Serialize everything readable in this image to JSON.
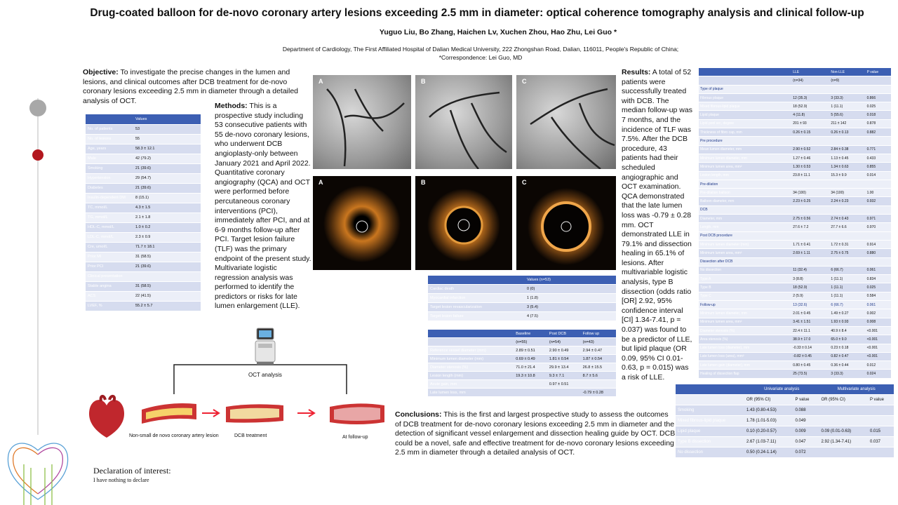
{
  "title": "Drug-coated balloon for de-novo coronary artery lesions exceeding 2.5 mm in diameter: optical coherence tomography analysis and clinical follow-up",
  "authors": "Yuguo Liu, Bo Zhang, Haichen Lv, Xuchen Zhou, Hao Zhu, Lei Guo *",
  "affiliation": "Department of Cardiology, The First Affiliated Hospital of Dalian Medical University, 222 Zhongshan Road, Dalian, 116011, People's Republic of China;",
  "correspondence": "*Correspondence: Lei Guo, MD",
  "objective": {
    "heading": "Objective:",
    "text": " To investigate the precise changes in the lumen and lesions, and clinical outcomes after DCB treatment for de-novo coronary lesions exceeding 2.5 mm in diameter through a detailed analysis of OCT."
  },
  "methods": {
    "heading": "Methods:",
    "text": " This is a prospective study including 53 consecutive patients with 55 de-novo coronary lesions, who underwent DCB angioplasty-only between January 2021 and April 2022. Quantitative coronary angiography (QCA) and OCT were performed before percutaneous coronary interventions (PCI), immediately after PCI, and at 6-9 months follow-up after PCI. Target lesion failure (TLF) was the primary endpoint of the present study. Multivariate logistic regression analysis was performed to identify the predictors or risks for late lumen enlargement (LLE)."
  },
  "results": {
    "heading": "Results:",
    "text": " A total of 52 patients were successfully treated with DCB. The median follow-up was 7 months, and the incidence of TLF was 7.5%. After the DCB procedure, 43 patients had their scheduled angiographic and OCT examination. QCA demonstrated that the late lumen loss was -0.79 ± 0.28 mm. OCT demonstrated LLE in 79.1% and dissection healing in 65.1% of lesions. After multivariable logistic analysis, type B dissection (odds ratio [OR] 2.92, 95% confidence interval [CI] 1.34-7.41, p = 0.037) was found to be a predictor of LLE, but lipid plaque (OR 0.09, 95% CI 0.01-0.63, p = 0.015) was a risk of LLE."
  },
  "conclusions": {
    "heading": "Conclusions:",
    "text": " This is the first and largest prospective study to assess the outcomes of DCB treatment for de-novo coronary lesions exceeding 2.5 mm in diameter and the detection of significant vessel enlargement and dissection healing guide by OCT. DCB could be a novel, safe and effective treatment for de-novo coronary lesions exceeding 2.5 mm in diameter through a detailed analysis of OCT."
  },
  "declaration": {
    "heading": "Declaration of interest:",
    "text": "I have nothing to declare"
  },
  "panel_labels": [
    "A",
    "B",
    "C"
  ],
  "diagram": {
    "oct_label": "OCT analysis",
    "stage1": "Non-small de novo coronary artery lesion",
    "stage2": "DCB treatment",
    "stage3": "At follow-up"
  },
  "baseline_table": {
    "header": "Values",
    "rows": [
      [
        "No. of patients",
        "53"
      ],
      [
        "No. of lesions",
        "55"
      ],
      [
        "Age, years",
        "58.3 ± 12.1"
      ],
      [
        "Male",
        "42 (79.2)"
      ],
      [
        "Smoking",
        "21 (39.6)"
      ],
      [
        "Hypertension",
        "29 (54.7)"
      ],
      [
        "Diabetes",
        "21 (39.6)"
      ],
      [
        "Insulin-dependent DM",
        "8 (15.1)"
      ],
      [
        "TC, mmol/L",
        "4.3 ± 1.5"
      ],
      [
        "TG, mmol/L",
        "2.1 ± 1.8"
      ],
      [
        "HDL-C, mmol/L",
        "1.0 ± 0.2"
      ],
      [
        "LDL-C, mmol/L",
        "2.3 ± 0.9"
      ],
      [
        "Cre, umol/L",
        "71.7 ± 18.1"
      ],
      [
        "Prior MI",
        "31 (58.5)"
      ],
      [
        "Prior PCI",
        "21 (39.6)"
      ],
      [
        "Clinical presentation",
        ""
      ],
      [
        "Stable angina",
        "31 (58.5)"
      ],
      [
        "ACS",
        "22 (41.5)"
      ],
      [
        "LVEF, %",
        "55.2 ± 5.7"
      ]
    ]
  },
  "events_table": {
    "header": "Values (n=53)",
    "rows": [
      [
        "Cardiac death",
        "0 (0)"
      ],
      [
        "Myocardial infarction",
        "1 (1.8)"
      ],
      [
        "Target lesion revascularization",
        "3 (5.4)"
      ],
      [
        "Target lesion failure",
        "4 (7.5)"
      ]
    ]
  },
  "qca_table": {
    "headers": [
      "",
      "Baseline",
      "Post DCB",
      "Follow up"
    ],
    "rows": [
      [
        "",
        "(n=55)",
        "(n=54)",
        "(n=43)"
      ],
      [
        "Reference vessel diameter (mm)",
        "2.89 ± 0.51",
        "2.90 ± 0.49",
        "2.94 ± 0.47"
      ],
      [
        "Minimum lumen diameter (mm)",
        "0.69 ± 0.49",
        "1.81 ± 0.54",
        "1.87 ± 0.54"
      ],
      [
        "Diameter stenosis (%)",
        "71.0 ± 21.4",
        "29.9 ± 13.4",
        "26.8 ± 15.5"
      ],
      [
        "Lesion length (mm)",
        "19.3 ± 10.8",
        "9.3 ± 7.1",
        "8.7 ± 5.6"
      ],
      [
        "Acute gain, mm",
        "",
        "0.97 ± 0.51",
        ""
      ],
      [
        "Late lumen loss, mm",
        "",
        "",
        "-0.79 ± 0.28"
      ]
    ]
  },
  "oct_table": {
    "headers": [
      "",
      "LLE",
      "Non-LLE",
      "P value"
    ],
    "rows": [
      [
        "",
        "(n=34)",
        "(n=9)",
        ""
      ],
      [
        "Type of plaque",
        "",
        "",
        ""
      ],
      [
        "Fibrous plaque",
        "12 (35.3)",
        "3 (33.3)",
        "0.866"
      ],
      [
        "Mixed fibrous-lipid plaque",
        "18 (52.9)",
        "1 (11.1)",
        "0.025"
      ],
      [
        "Lipid plaque",
        "4 (11.8)",
        "5 (55.6)",
        "0.018"
      ],
      [
        "Lipid pool arc, degree",
        "201 ± 93",
        "211 ± 142",
        "0.878"
      ],
      [
        "Thickness of fibro cap, mm",
        "0.26 ± 0.15",
        "0.26 ± 0.13",
        "0.882"
      ],
      [
        "Pre procedure",
        "",
        "",
        ""
      ],
      [
        "Mean lumen diameter, mm",
        "2.90 ± 0.52",
        "2.84 ± 0.38",
        "0.771"
      ],
      [
        "Minimum lumen diameter, mm",
        "1.27 ± 0.46",
        "1.13 ± 0.45",
        "0.433"
      ],
      [
        "Minimum lumen area, mm²",
        "1.30 ± 0.53",
        "1.34 ± 0.63",
        "0.855"
      ],
      [
        "Lesion length, mm",
        "23.8 ± 11.1",
        "15.3 ± 9.9",
        "0.014"
      ],
      [
        "Pre-dilation",
        "",
        "",
        ""
      ],
      [
        "Pre-dilation balloon",
        "34 (100)",
        "34 (100)",
        "1.00"
      ],
      [
        "Balloon diameter, mm",
        "2.23 ± 0.25",
        "2.24 ± 0.23",
        "0.932"
      ],
      [
        "DCB",
        "",
        "",
        ""
      ],
      [
        "Diameter, mm",
        "2.75 ± 0.56",
        "2.74 ± 0.43",
        "0.971"
      ],
      [
        "Length, mm",
        "27.6 ± 7.2",
        "27.7 ± 6.6",
        "0.970"
      ],
      [
        "Post DCB procedure",
        "",
        "",
        ""
      ],
      [
        "Minimum lumen diameter (mm)",
        "1.71 ± 0.41",
        "1.72 ± 0.31",
        "0.914"
      ],
      [
        "Minimum lumen area, mm²",
        "2.69 ± 1.11",
        "2.75 ± 0.75",
        "0.880"
      ],
      [
        "Dissection after DCB",
        "",
        "",
        ""
      ],
      [
        "No dissection",
        "11 (32.4)",
        "6 (66.7)",
        "0.061"
      ],
      [
        "Type A",
        "3 (8.8)",
        "1 (11.1)",
        "0.834"
      ],
      [
        "Type B",
        "18 (52.9)",
        "1 (11.1)",
        "0.025"
      ],
      [
        "Type C",
        "2 (5.9)",
        "1 (11.1)",
        "0.584"
      ],
      [
        "Follow-up",
        "13 (32.6)",
        "6 (66.7)",
        "0.061"
      ],
      [
        "Minimum lumen diameter, mm",
        "2.01 ± 0.45",
        "1.49 ± 0.27",
        "0.002"
      ],
      [
        "Minimum lumen area, mm²",
        "3.41 ± 1.51",
        "1.93 ± 0.93",
        "0.008"
      ],
      [
        "Diameter stenosis (%)",
        "22.4 ± 11.1",
        "40.9 ± 8.4",
        "<0.001"
      ],
      [
        "Area stenosis (%)",
        "38.9 ± 17.0",
        "65.0 ± 9.0",
        "<0.001"
      ],
      [
        "Late lumen loss (diameter), mm",
        "-0.33 ± 0.14",
        "0.23 ± 0.18",
        "<0.001"
      ],
      [
        "Late lumen loss (area), mm²",
        "-0.82 ± 0.45",
        "0.82 ± 0.47",
        "<0.001"
      ],
      [
        "Late lumen gain (diameter), mm",
        "0.80 ± 0.45",
        "0.36 ± 0.44",
        "0.012"
      ],
      [
        "Healing of dissection flap",
        "25 (73.5)",
        "3 (33.3)",
        "0.024"
      ]
    ]
  },
  "regression_table": {
    "group_headers": [
      "",
      "Univariate analysis",
      "Multivariate analysis"
    ],
    "sub_headers": [
      "",
      "OR (95% CI)",
      "P value",
      "OR (95% CI)",
      "P value"
    ],
    "rows": [
      [
        "Smoking",
        "1.43 (0.80-4.53)",
        "0.088",
        "",
        ""
      ],
      [
        "Mixed fibrous-lipid plaque",
        "1.78 (1.01-5.03)",
        "0.049",
        "",
        ""
      ],
      [
        "Lipid plaque",
        "0.10 (0.20-0.57)",
        "0.009",
        "0.09 (0.01-0.63)",
        "0.015"
      ],
      [
        "Type B dissection",
        "2.67 (1.03-7.11)",
        "0.047",
        "2.92 (1.34-7.41)",
        "0.037"
      ],
      [
        "No dissection",
        "0.50 (0.24-1.14)",
        "0.072",
        "",
        ""
      ]
    ]
  }
}
